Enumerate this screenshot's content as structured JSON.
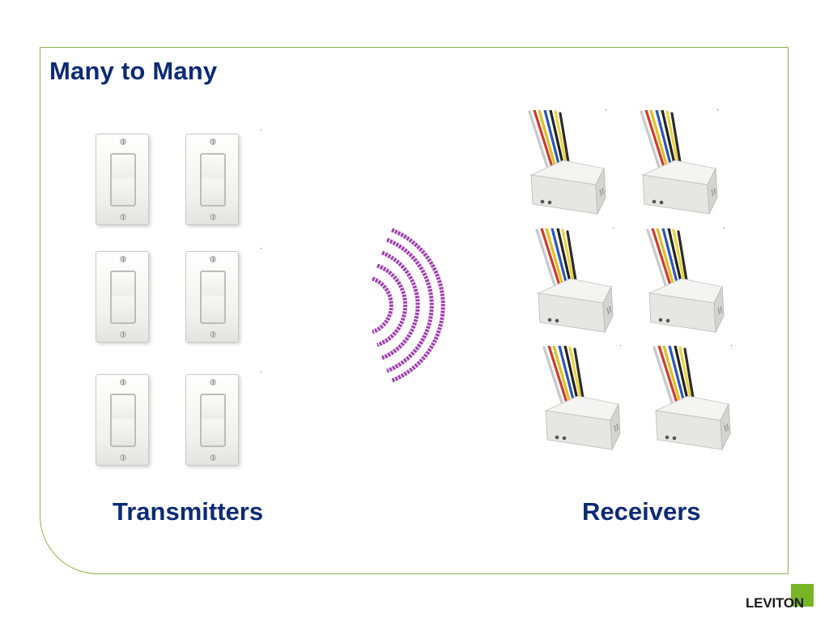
{
  "slide": {
    "title": "Many to Many",
    "transmitters_label": "Transmitters",
    "receivers_label": "Receivers"
  },
  "brand": {
    "logo_text": "LEVITON",
    "logo_color": "#78b526",
    "title_color": "#0d2a75",
    "frame_color": "#8ab24a",
    "wave_color": "#a040b0"
  },
  "transmitters": {
    "count": 6
  },
  "receivers": {
    "count": 6
  }
}
